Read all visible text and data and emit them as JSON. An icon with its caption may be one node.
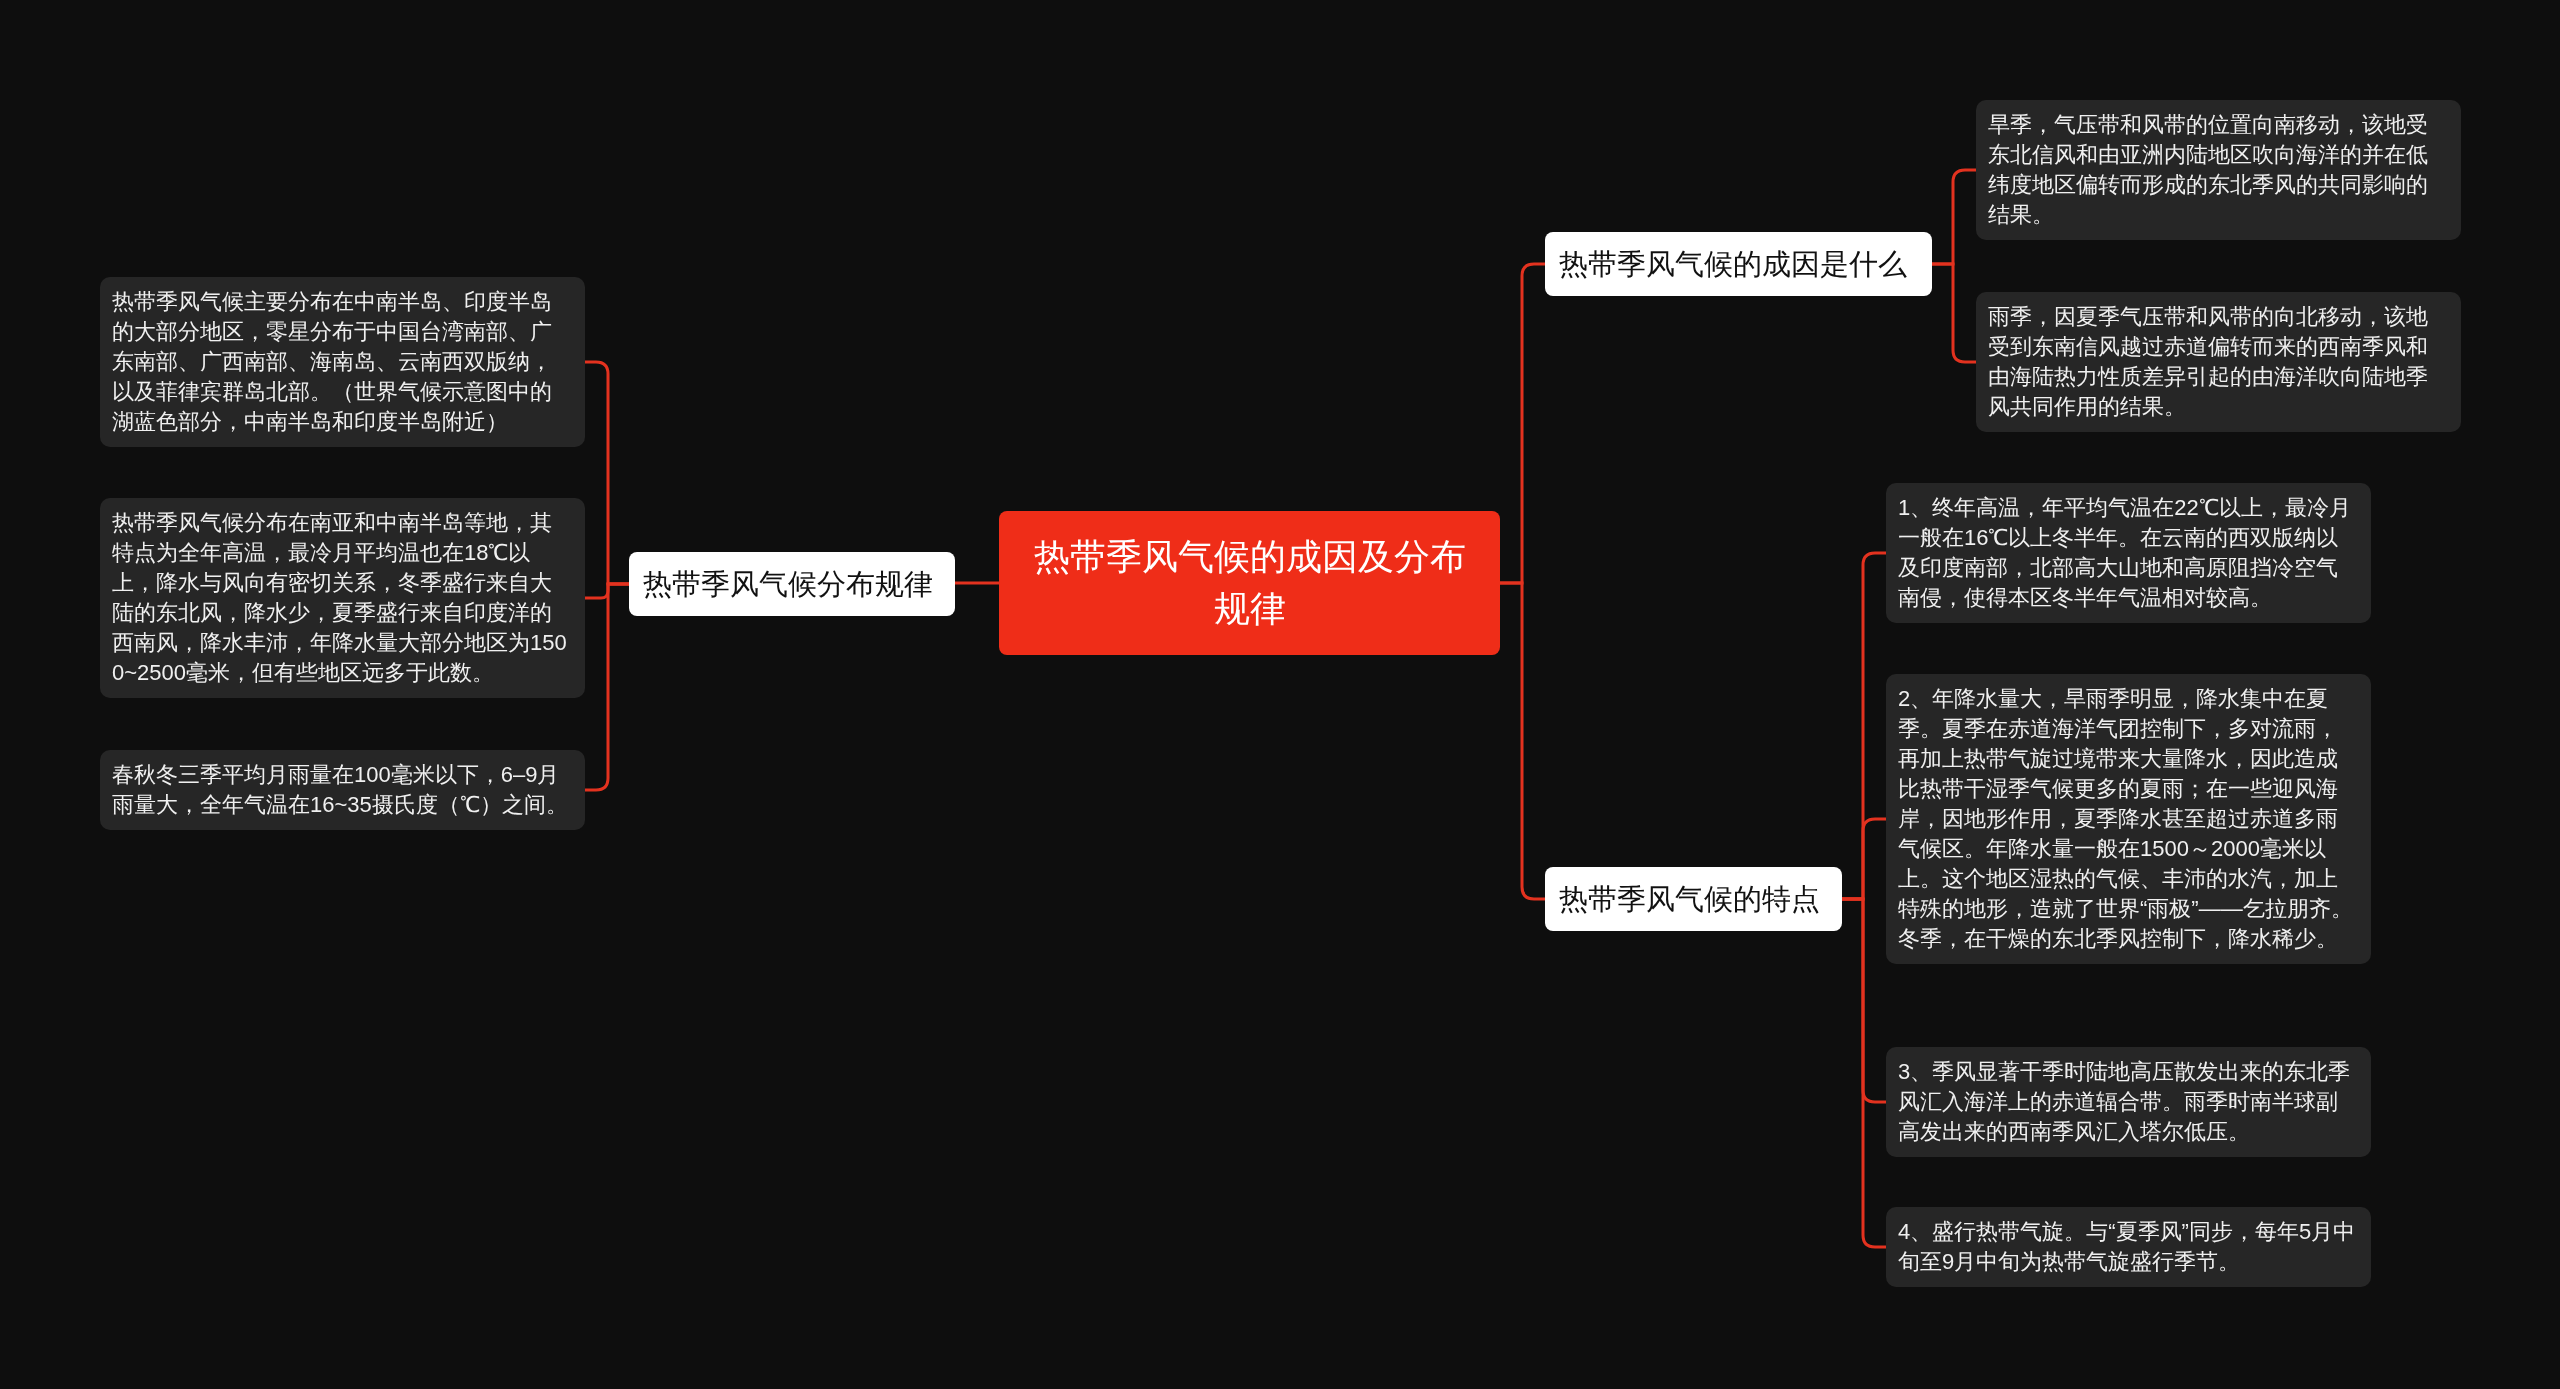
{
  "diagram": {
    "nodes": [
      {
        "text": [
          "热带季风气候的成因及分布规律"
        ]
      },
      {
        "text": [
          "热带季风气候的成因是什么"
        ]
      },
      {
        "text": [
          "旱季，气压带和风带的位置向南移动，该地受东北信风和由亚洲内陆地区吹向海洋的并在低纬度地区偏转而形成的东北季风的共同影响的结果。"
        ]
      },
      {
        "text": [
          "雨季，因夏季气压带和风带的向北移动，该地受到东南信风越过赤道偏转而来的西南季风和由海陆热力性质差异引起的由海洋吹向陆地季风共同作用的结果。"
        ]
      },
      {
        "text": [
          "热带季风气候的特点"
        ]
      },
      {
        "text": [
          "1、终年高温，年平均气温在22℃以上，最冷月一般在16℃以上冬半年。在云南的西双版纳以及印度南部，北部高大山地和高原阻挡冷空气南侵，使得本区冬半年气温相对较高。"
        ]
      },
      {
        "text": [
          "2、年降水量大，旱雨季明显，降水集中在夏季。夏季在赤道海洋气团控制下，多对流雨，再加上热带气旋过境带来大量降水，因此造成比热带干湿季气候更多的夏雨；在一些迎风海岸，因地形作用，夏季降水甚至超过赤道多雨气候区。年降水量一般在1500～2000毫米以上。这个地区湿热的气候、丰沛的水汽，加上特殊的地形，造就了世界“雨极”——乞拉朋齐。冬季，在干燥的东北季风控制下，降水稀少。"
        ]
      },
      {
        "text": [
          "3、季风显著干季时陆地高压散发出来的东北季风汇入海洋上的赤道辐合带。雨季时南半球副高发出来的西南季风汇入塔尔低压。"
        ]
      },
      {
        "text": [
          "4、盛行热带气旋。与“夏季风”同步，每年5月中旬至9月中旬为热带气旋盛行季节。"
        ]
      },
      {
        "text": [
          "热带季风气候分布规律"
        ]
      },
      {
        "text": [
          "热带季风气候主要分布在中南半岛、印度半岛的大部分地区，零星分布于中国台湾南部、广东南部、广西南部、海南岛、云南西双版纳，以及菲律宾群岛北部。（世界气候示意图中的湖蓝色部分，中南半岛和印度半岛附近）"
        ]
      },
      {
        "text": [
          "热带季风气候分布在南亚和中南半岛等地，其特点为全年高温，最冷月平均温也在18℃以上，降水与风向有密切关系，冬季盛行来自大陆的东北风，降水少，夏季盛行来自印度洋的西南风，降水丰沛，年降水量大部分地区为1500~2500毫米，但有些地区远多于此数。"
        ]
      },
      {
        "text": [
          "春秋冬三季平均月雨量在100毫米以下，6–9月雨量大，全年气温在16~35摄氏度（℃）之间。"
        ]
      }
    ],
    "edges": [
      {
        "from": 0,
        "to": 1,
        "arrow": "none"
      },
      {
        "from": 1,
        "to": 2,
        "arrow": "none"
      },
      {
        "from": 1,
        "to": 3,
        "arrow": "none"
      },
      {
        "from": 0,
        "to": 4,
        "arrow": "none"
      },
      {
        "from": 4,
        "to": 5,
        "arrow": "none"
      },
      {
        "from": 4,
        "to": 6,
        "arrow": "none"
      },
      {
        "from": 4,
        "to": 7,
        "arrow": "none"
      },
      {
        "from": 4,
        "to": 8,
        "arrow": "none"
      },
      {
        "from": 0,
        "to": 9,
        "arrow": "none"
      },
      {
        "from": 9,
        "to": 10,
        "arrow": "none"
      },
      {
        "from": 9,
        "to": 11,
        "arrow": "none"
      },
      {
        "from": 9,
        "to": 12,
        "arrow": "none"
      }
    ]
  }
}
